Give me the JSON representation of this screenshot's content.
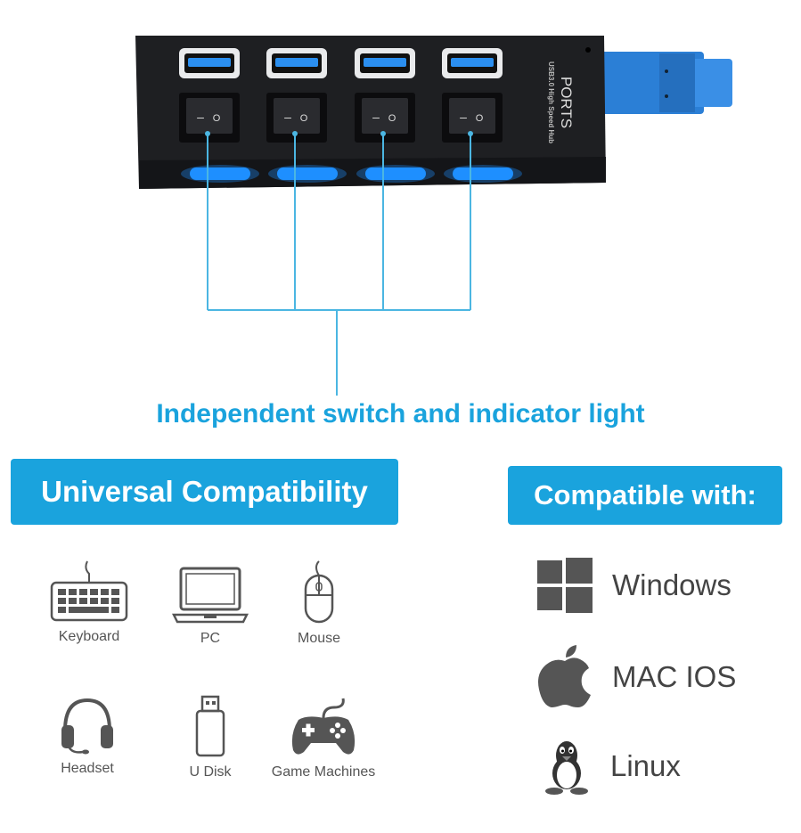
{
  "hub": {
    "label_ports": "PORTS",
    "label_sub": "USB3.0 High Speed Hub",
    "port_count": 4,
    "switch_symbol_off": "–",
    "switch_symbol_on": "O"
  },
  "headline": "Independent switch and indicator light",
  "banners": {
    "left": "Universal Compatibility",
    "right": "Compatible with:"
  },
  "devices": [
    {
      "label": "Keyboard",
      "icon": "keyboard-icon"
    },
    {
      "label": "PC",
      "icon": "laptop-icon"
    },
    {
      "label": "Mouse",
      "icon": "mouse-icon"
    },
    {
      "label": "Headset",
      "icon": "headset-icon"
    },
    {
      "label": "U Disk",
      "icon": "usb-drive-icon"
    },
    {
      "label": "Game Machines",
      "icon": "gamepad-icon"
    }
  ],
  "os": [
    {
      "label": "Windows",
      "icon": "windows-icon"
    },
    {
      "label": "MAC IOS",
      "icon": "apple-icon"
    },
    {
      "label": "Linux",
      "icon": "linux-icon"
    }
  ],
  "colors": {
    "accent": "#1aa3dd",
    "hub_body": "#1e1f22",
    "led_blue": "#1e8fff",
    "usb_blue": "#2b7fd6",
    "text_gray": "#555555"
  }
}
